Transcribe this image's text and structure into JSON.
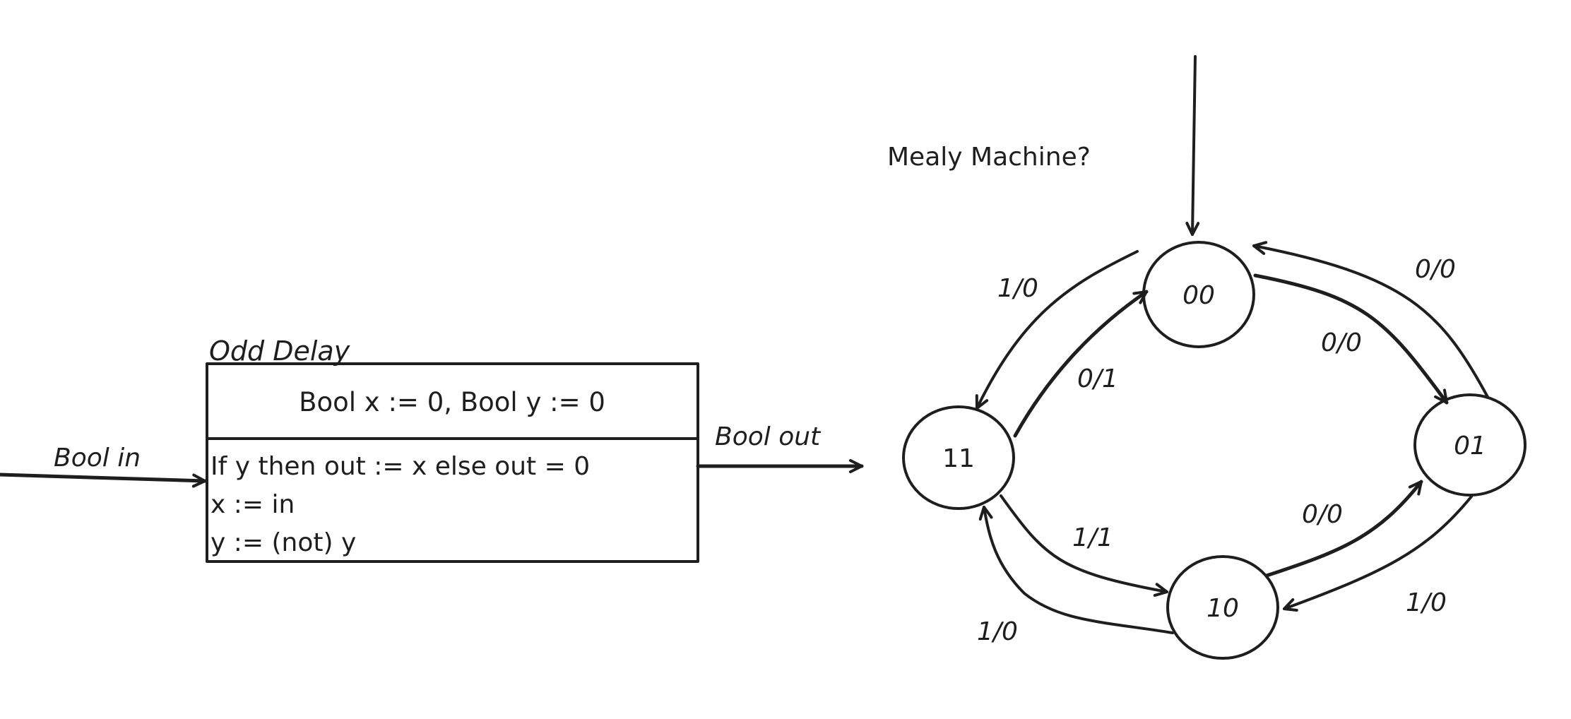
{
  "component": {
    "title": "Odd Delay",
    "state_declaration": "Bool x := 0, Bool y := 0",
    "behavior_lines": [
      "If y then out := x else out = 0",
      "x := in",
      "y := (not) y"
    ],
    "input_label": "Bool in",
    "output_label": "Bool out"
  },
  "state_machine": {
    "caption": "Mealy Machine?",
    "initial_state": "00",
    "states": [
      {
        "id": "00",
        "label": "00"
      },
      {
        "id": "01",
        "label": "01"
      },
      {
        "id": "11",
        "label": "11"
      },
      {
        "id": "10",
        "label": "10"
      }
    ],
    "transitions": [
      {
        "from": "00",
        "to": "11",
        "label": "1/0"
      },
      {
        "from": "11",
        "to": "00",
        "label": "0/1"
      },
      {
        "from": "01",
        "to": "00",
        "label": "0/0"
      },
      {
        "from": "00",
        "to": "01",
        "label": "0/0"
      },
      {
        "from": "10",
        "to": "01",
        "label": "0/0"
      },
      {
        "from": "11",
        "to": "10",
        "label": "1/1"
      },
      {
        "from": "10",
        "to": "11",
        "label": "1/0"
      },
      {
        "from": "01",
        "to": "10",
        "label": "1/0"
      }
    ]
  },
  "colors": {
    "ink": "#1e1e1e",
    "background": "#ffffff"
  }
}
